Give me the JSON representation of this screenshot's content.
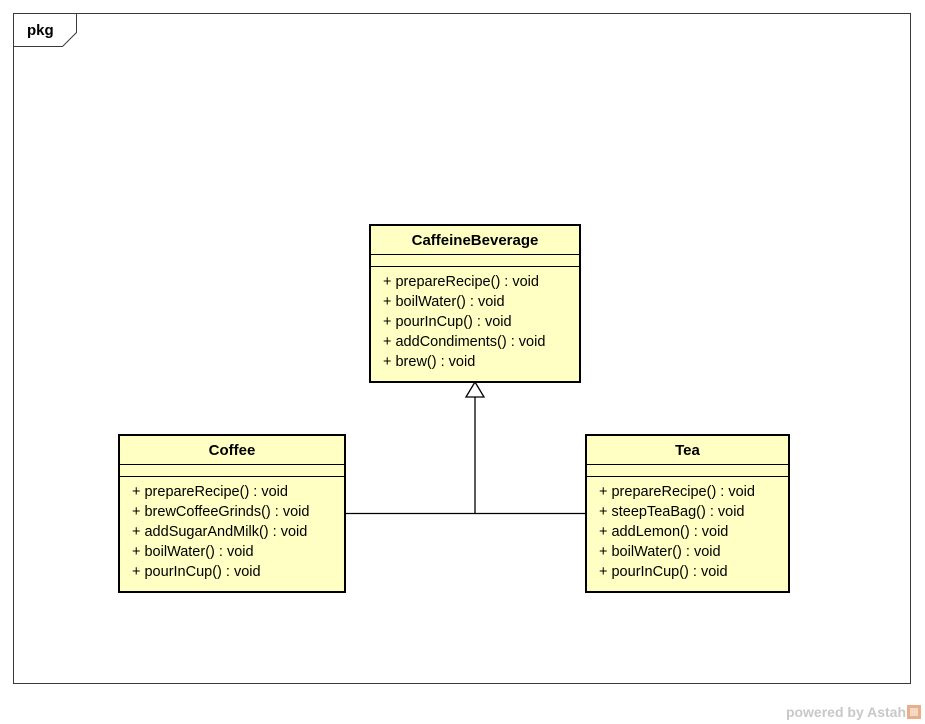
{
  "frame": {
    "label": "pkg"
  },
  "classes": {
    "caffeine_beverage": {
      "name": "CaffeineBeverage",
      "operations": [
        "+ prepareRecipe() : void",
        "+ boilWater() : void",
        "+ pourInCup() : void",
        "+ addCondiments() : void",
        "+ brew() : void"
      ]
    },
    "coffee": {
      "name": "Coffee",
      "operations": [
        "+ prepareRecipe() : void",
        "+ brewCoffeeGrinds() : void",
        "+ addSugarAndMilk() : void",
        "+ boilWater() : void",
        "+ pourInCup() : void"
      ]
    },
    "tea": {
      "name": "Tea",
      "operations": [
        "+ prepareRecipe() : void",
        "+ steepTeaBag() : void",
        "+ addLemon() : void",
        "+ boilWater() : void",
        "+ pourInCup() : void"
      ]
    }
  },
  "watermark": {
    "text": "powered by Astah"
  }
}
